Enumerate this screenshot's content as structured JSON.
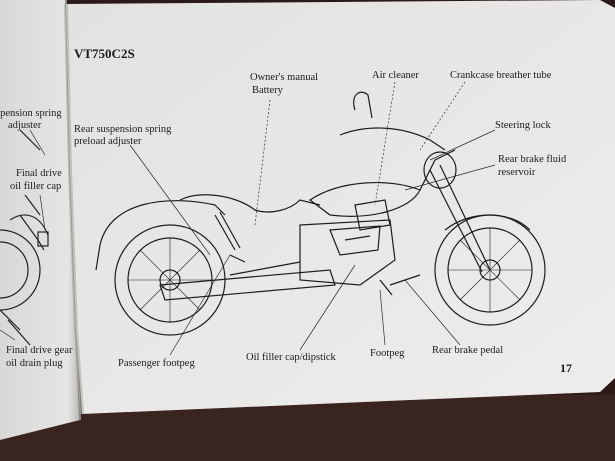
{
  "page": {
    "model": "VT750C2S",
    "page_number": "17"
  },
  "labels": {
    "owners_manual": "Owner's manual",
    "battery": "Battery",
    "air_cleaner": "Air cleaner",
    "crankcase_breather_tube": "Crankcase breather tube",
    "steering_lock": "Steering lock",
    "rear_brake_fluid_1": "Rear brake fluid",
    "rear_brake_fluid_2": "reservoir",
    "rear_susp_1": "Rear suspension spring",
    "rear_susp_2": "preload adjuster",
    "passenger_footpeg": "Passenger footpeg",
    "oil_filler_cap": "Oil filler cap/dipstick",
    "footpeg": "Footpeg",
    "rear_brake_pedal": "Rear brake pedal"
  },
  "left_page": {
    "susp_1": "spension spring",
    "susp_2": "adjuster",
    "final_drive_1": "Final drive",
    "final_drive_2": "oil filler cap",
    "final_drain_1": "Final drive gear",
    "final_drain_2": "oil drain plug"
  },
  "colors": {
    "paper": "#ecebea",
    "ink": "#1d1a1a",
    "background": "#2a1a16"
  }
}
